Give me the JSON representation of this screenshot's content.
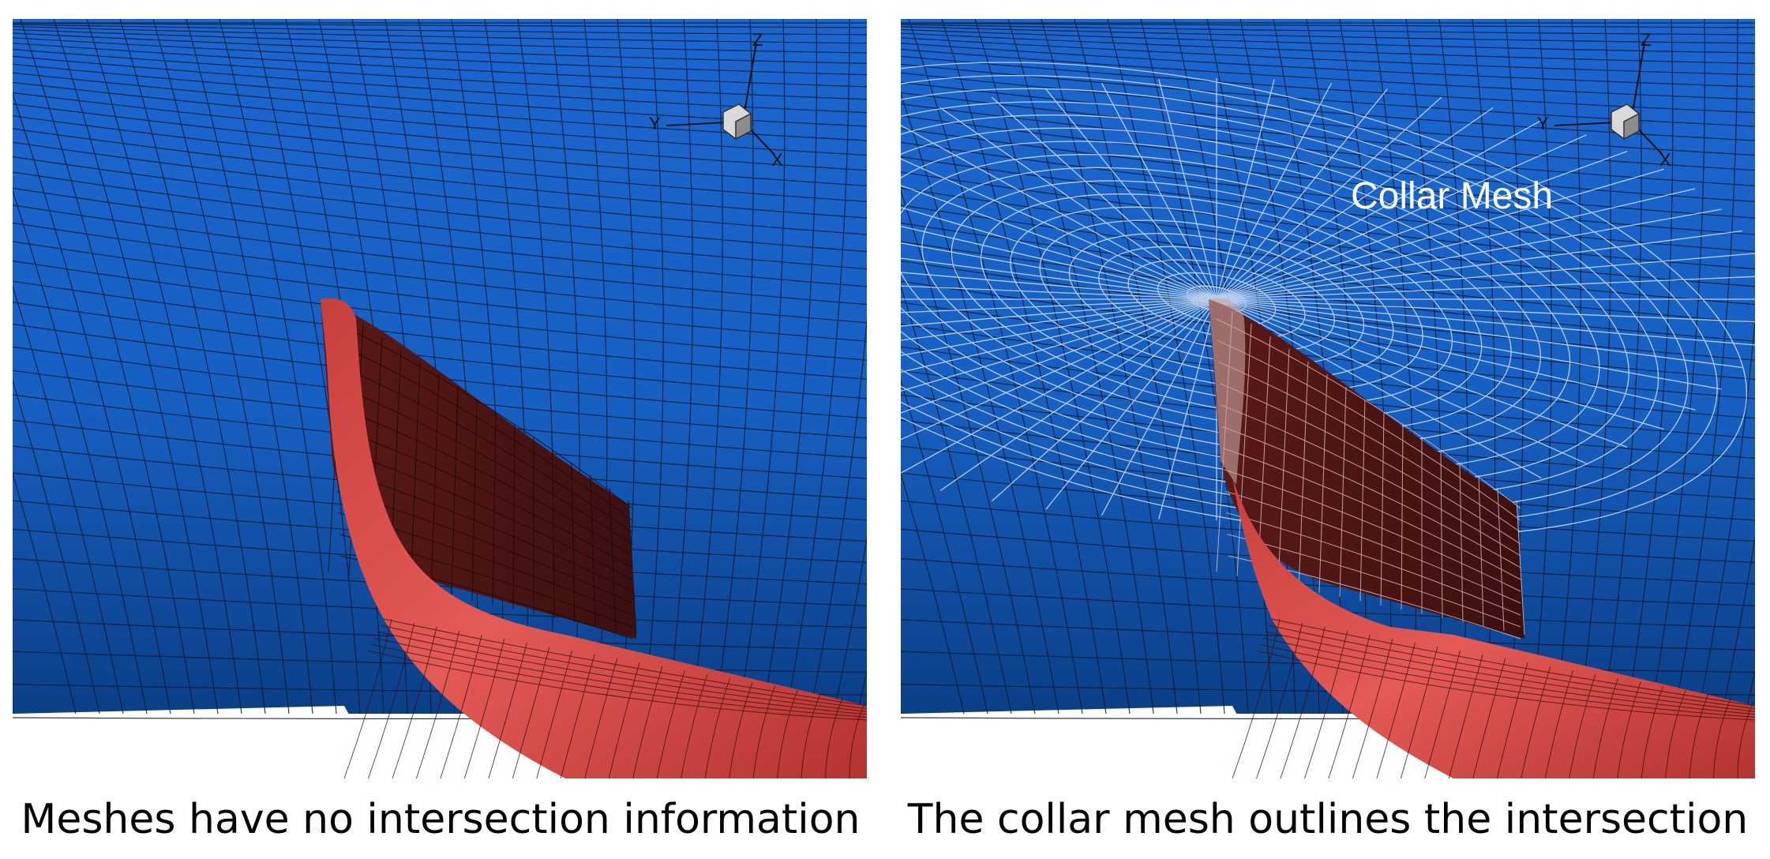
{
  "panels": [
    {
      "id": "left",
      "caption": "Meshes have no intersection information",
      "axis": {
        "z": "Z",
        "y": "Y",
        "x": "X"
      },
      "show_collar": false
    },
    {
      "id": "right",
      "caption": "The collar mesh outlines the intersection",
      "axis": {
        "z": "Z",
        "y": "Y",
        "x": "X"
      },
      "overlay_label": "Collar Mesh",
      "show_collar": true
    }
  ],
  "colors": {
    "hull_blue_top": "#1f6fd6",
    "hull_blue_bottom": "#0a3f8f",
    "fin_red": "#e0524f",
    "fin_dark": "#4a1614",
    "mesh_line": "#0b1a33",
    "collar_line": "#e8f0ff"
  }
}
